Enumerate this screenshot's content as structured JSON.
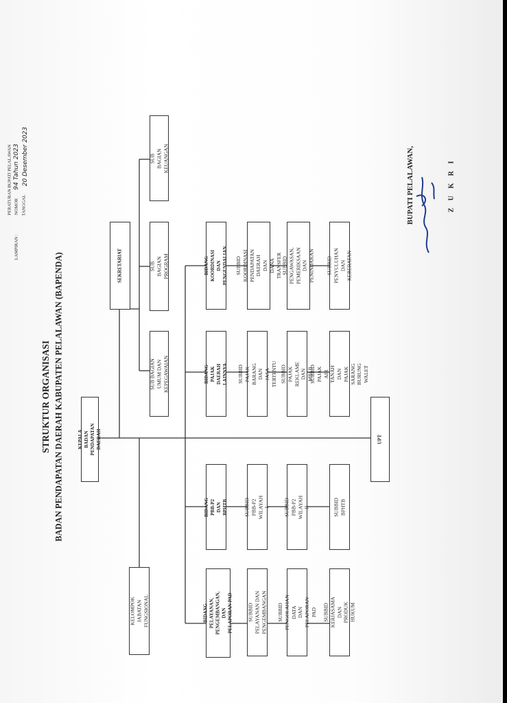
{
  "header": {
    "lampiran_label": "LAMPIRAN :",
    "regulation_line": "PERATURAN BUPATI PELALAWAN",
    "nomor_label": "NOMOR",
    "nomor_value": "94 Tahun 2023",
    "tanggal_label": "TANGGAL",
    "tanggal_value": "20 Desember 2023"
  },
  "title": {
    "line1": "STRUKTUR ORGANISASI",
    "line2": "BADAN PENDAPATAN DAERAH KABUPATEN PELALAWAN (BAPENDA)"
  },
  "boxes": {
    "kepala": "KEPALA BADAN PENDAPATAN\nDAERAH",
    "sekretariat": "SEKRETARIAT",
    "sub_keuangan": "SUB BAGIAN KEUANGAN",
    "sub_program": "SUB BAGIAN PROGRAM",
    "sub_umum": "SUB BAGIAN UMUM DAN\nKEPEGAWAIAN",
    "jabatan_fungsional": "KELOMPOK JABATAN\nFUNGSIONAL",
    "upt": "UPT",
    "bidang_koordinasi": "BIDANG KOORDINASI DAN\nPENGENDALIAN",
    "bidang_pajak_lainnya": "BIDANG PAJAK DAERAH\nLAINNYA",
    "bidang_pbb": "BIDANG PBB-P2 DAN BPHTB",
    "bidang_pelayanan": "BIDANG PELAYANAN,\nPENGEMBANGAN, DAN\nPELAPORAN PAD",
    "subbid_koordinasi": "SUBBID KOORDINASI\nPENDAPATAN DAERAH DAN\nDANA TRANSFER",
    "subbid_pengawasan": "SUBBID PENGAWASAN,\nPEMERIKSAAN DAN\nPENINDAKAN",
    "subbid_penyuluhan": "SUBBID PENYULUHAN DAN\nKEBERATAN",
    "subbid_barang_jasa": "SUBBID PAJAK BARANG DAN\nJASA TERTENTU",
    "subbid_reklame": "SUBBID PAJAK REKLAME DAN\nMBLB",
    "subbid_air_tanah": "SUBBID PAJAK AIR TANAH DAN\nPAJAK SARANG BURUNG WALET",
    "subbid_wilayah1": "SUBBID PBB-P2 WILAYAH I",
    "subbid_wilayah2": "SUBBID PBB-P2 WILAYAH II",
    "subbid_bphtb": "SUBBID BPHTB",
    "subbid_pelayanan": "SUBBID PELAYANAN DAN\nPENGEMBANGAN",
    "subbid_pengolahan": "SUBBID PENGOLAHAN DATA\nDAN PELAPORAN PAD",
    "subbid_kerjasama": "SUBBID KERJASAMA DAN\nPRODUK HUKUM"
  },
  "signature": {
    "position": "BUPATI PELALAWAN,",
    "name": "Z U K R I"
  }
}
